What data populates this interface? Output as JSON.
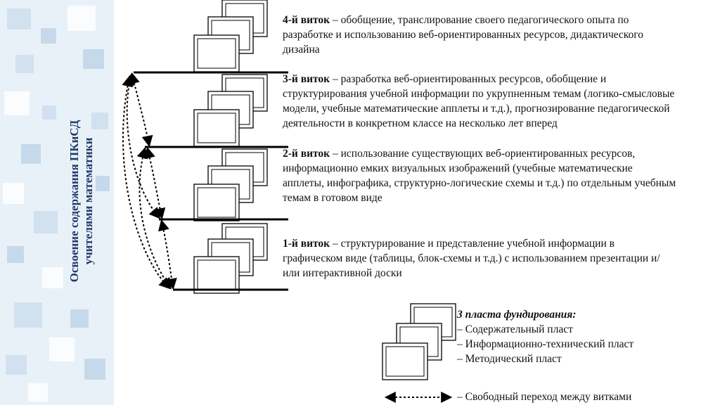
{
  "sidebar": {
    "title_line1": "Освоение содержания ПКиСД",
    "title_line2": "учителями математики"
  },
  "levels": [
    {
      "name": "4-й виток",
      "text": " – обобщение, транслирование своего педагогического опыта по разработке и использованию веб-ориентированных ресурсов, дидактического дизайна"
    },
    {
      "name": "3-й виток",
      "text": " – разработка веб-ориентированных ресурсов, обобщение и структурирования учебной информации по укрупненным темам (логико-смысловые модели, учебные математические апплеты и т.д.), прогнозирование педагогической деятельности в конкретном классе на несколько лет вперед"
    },
    {
      "name": "2-й виток",
      "text": " – использование существующих веб-ориентированных ресурсов, информационно емких визуальных изображений (учебные математические апплеты, инфографика, структурно-логические схемы и т.д.) по отдельным учебным темам в готовом виде"
    },
    {
      "name": "1-й виток",
      "text": " – структурирование и представление учебной информации в графическом виде (таблицы, блок-схемы и т.д.) с использованием презентации и/или интерактивной доски"
    }
  ],
  "legend": {
    "title": "3 пласта фундирования:",
    "items": [
      "– Содержательный пласт",
      "– Информационно-технический пласт",
      "– Методический пласт"
    ],
    "free_transition": "– Свободный переход между витками"
  },
  "icons": {
    "frame": "window-frame-icon",
    "arrow": "dotted-double-arrow-icon"
  },
  "colors": {
    "banner_bg": "#e9f1f8",
    "banner_title": "#1e3a68",
    "lines": "#000000"
  }
}
